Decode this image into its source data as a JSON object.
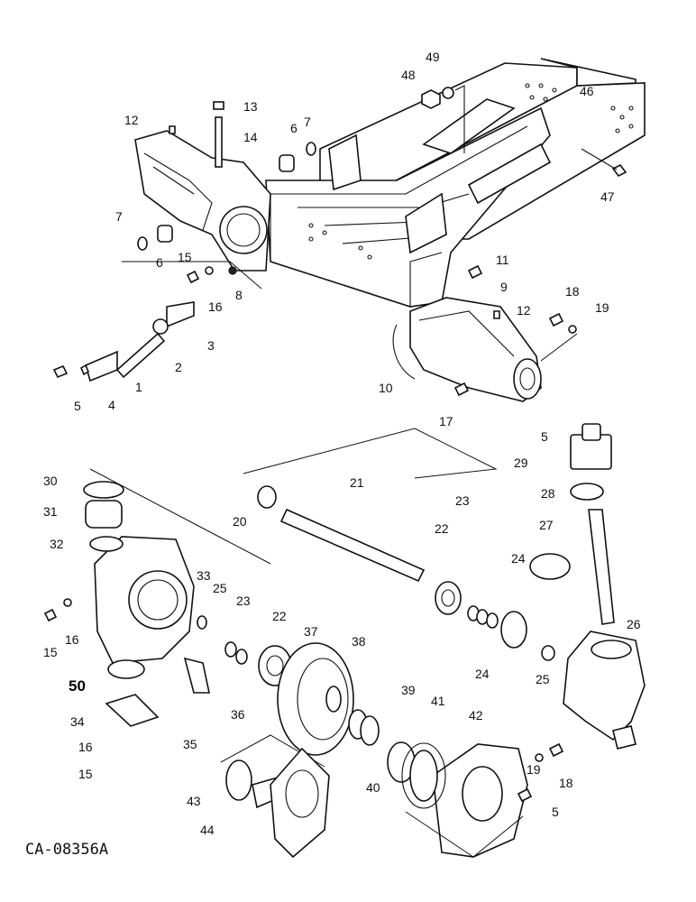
{
  "drawing_code": "CA-08356A",
  "callouts": [
    {
      "id": "c49",
      "label": "49"
    },
    {
      "id": "c48",
      "label": "48"
    },
    {
      "id": "c46",
      "label": "46"
    },
    {
      "id": "c47",
      "label": "47"
    },
    {
      "id": "c13",
      "label": "13"
    },
    {
      "id": "c14",
      "label": "14"
    },
    {
      "id": "c12a",
      "label": "12"
    },
    {
      "id": "c6a",
      "label": "6"
    },
    {
      "id": "c7a",
      "label": "7"
    },
    {
      "id": "c7b",
      "label": "7"
    },
    {
      "id": "c6b",
      "label": "6"
    },
    {
      "id": "c15a",
      "label": "15"
    },
    {
      "id": "c16a",
      "label": "16"
    },
    {
      "id": "c8",
      "label": "8"
    },
    {
      "id": "c3",
      "label": "3"
    },
    {
      "id": "c2",
      "label": "2"
    },
    {
      "id": "c1",
      "label": "1"
    },
    {
      "id": "c4",
      "label": "4"
    },
    {
      "id": "c5a",
      "label": "5"
    },
    {
      "id": "c11",
      "label": "11"
    },
    {
      "id": "c9",
      "label": "9"
    },
    {
      "id": "c12b",
      "label": "12"
    },
    {
      "id": "c18a",
      "label": "18"
    },
    {
      "id": "c19a",
      "label": "19"
    },
    {
      "id": "c10",
      "label": "10"
    },
    {
      "id": "c17",
      "label": "17"
    },
    {
      "id": "c5b",
      "label": "5"
    },
    {
      "id": "c29",
      "label": "29"
    },
    {
      "id": "c28",
      "label": "28"
    },
    {
      "id": "c27",
      "label": "27"
    },
    {
      "id": "c21",
      "label": "21"
    },
    {
      "id": "c20",
      "label": "20"
    },
    {
      "id": "c23a",
      "label": "23"
    },
    {
      "id": "c22a",
      "label": "22"
    },
    {
      "id": "c24a",
      "label": "24"
    },
    {
      "id": "c30",
      "label": "30"
    },
    {
      "id": "c31",
      "label": "31"
    },
    {
      "id": "c32",
      "label": "32"
    },
    {
      "id": "c33",
      "label": "33"
    },
    {
      "id": "c25a",
      "label": "25"
    },
    {
      "id": "c23b",
      "label": "23"
    },
    {
      "id": "c22b",
      "label": "22"
    },
    {
      "id": "c37",
      "label": "37"
    },
    {
      "id": "c38",
      "label": "38"
    },
    {
      "id": "c26",
      "label": "26"
    },
    {
      "id": "c24b",
      "label": "24"
    },
    {
      "id": "c25b",
      "label": "25"
    },
    {
      "id": "c15b",
      "label": "15"
    },
    {
      "id": "c16b",
      "label": "16"
    },
    {
      "id": "c50",
      "label": "50"
    },
    {
      "id": "c36",
      "label": "36"
    },
    {
      "id": "c39",
      "label": "39"
    },
    {
      "id": "c41",
      "label": "41"
    },
    {
      "id": "c42",
      "label": "42"
    },
    {
      "id": "c34",
      "label": "34"
    },
    {
      "id": "c16c",
      "label": "16"
    },
    {
      "id": "c35",
      "label": "35"
    },
    {
      "id": "c15c",
      "label": "15"
    },
    {
      "id": "c19b",
      "label": "19"
    },
    {
      "id": "c18b",
      "label": "18"
    },
    {
      "id": "c40",
      "label": "40"
    },
    {
      "id": "c5c",
      "label": "5"
    },
    {
      "id": "c43",
      "label": "43"
    },
    {
      "id": "c44",
      "label": "44"
    }
  ]
}
